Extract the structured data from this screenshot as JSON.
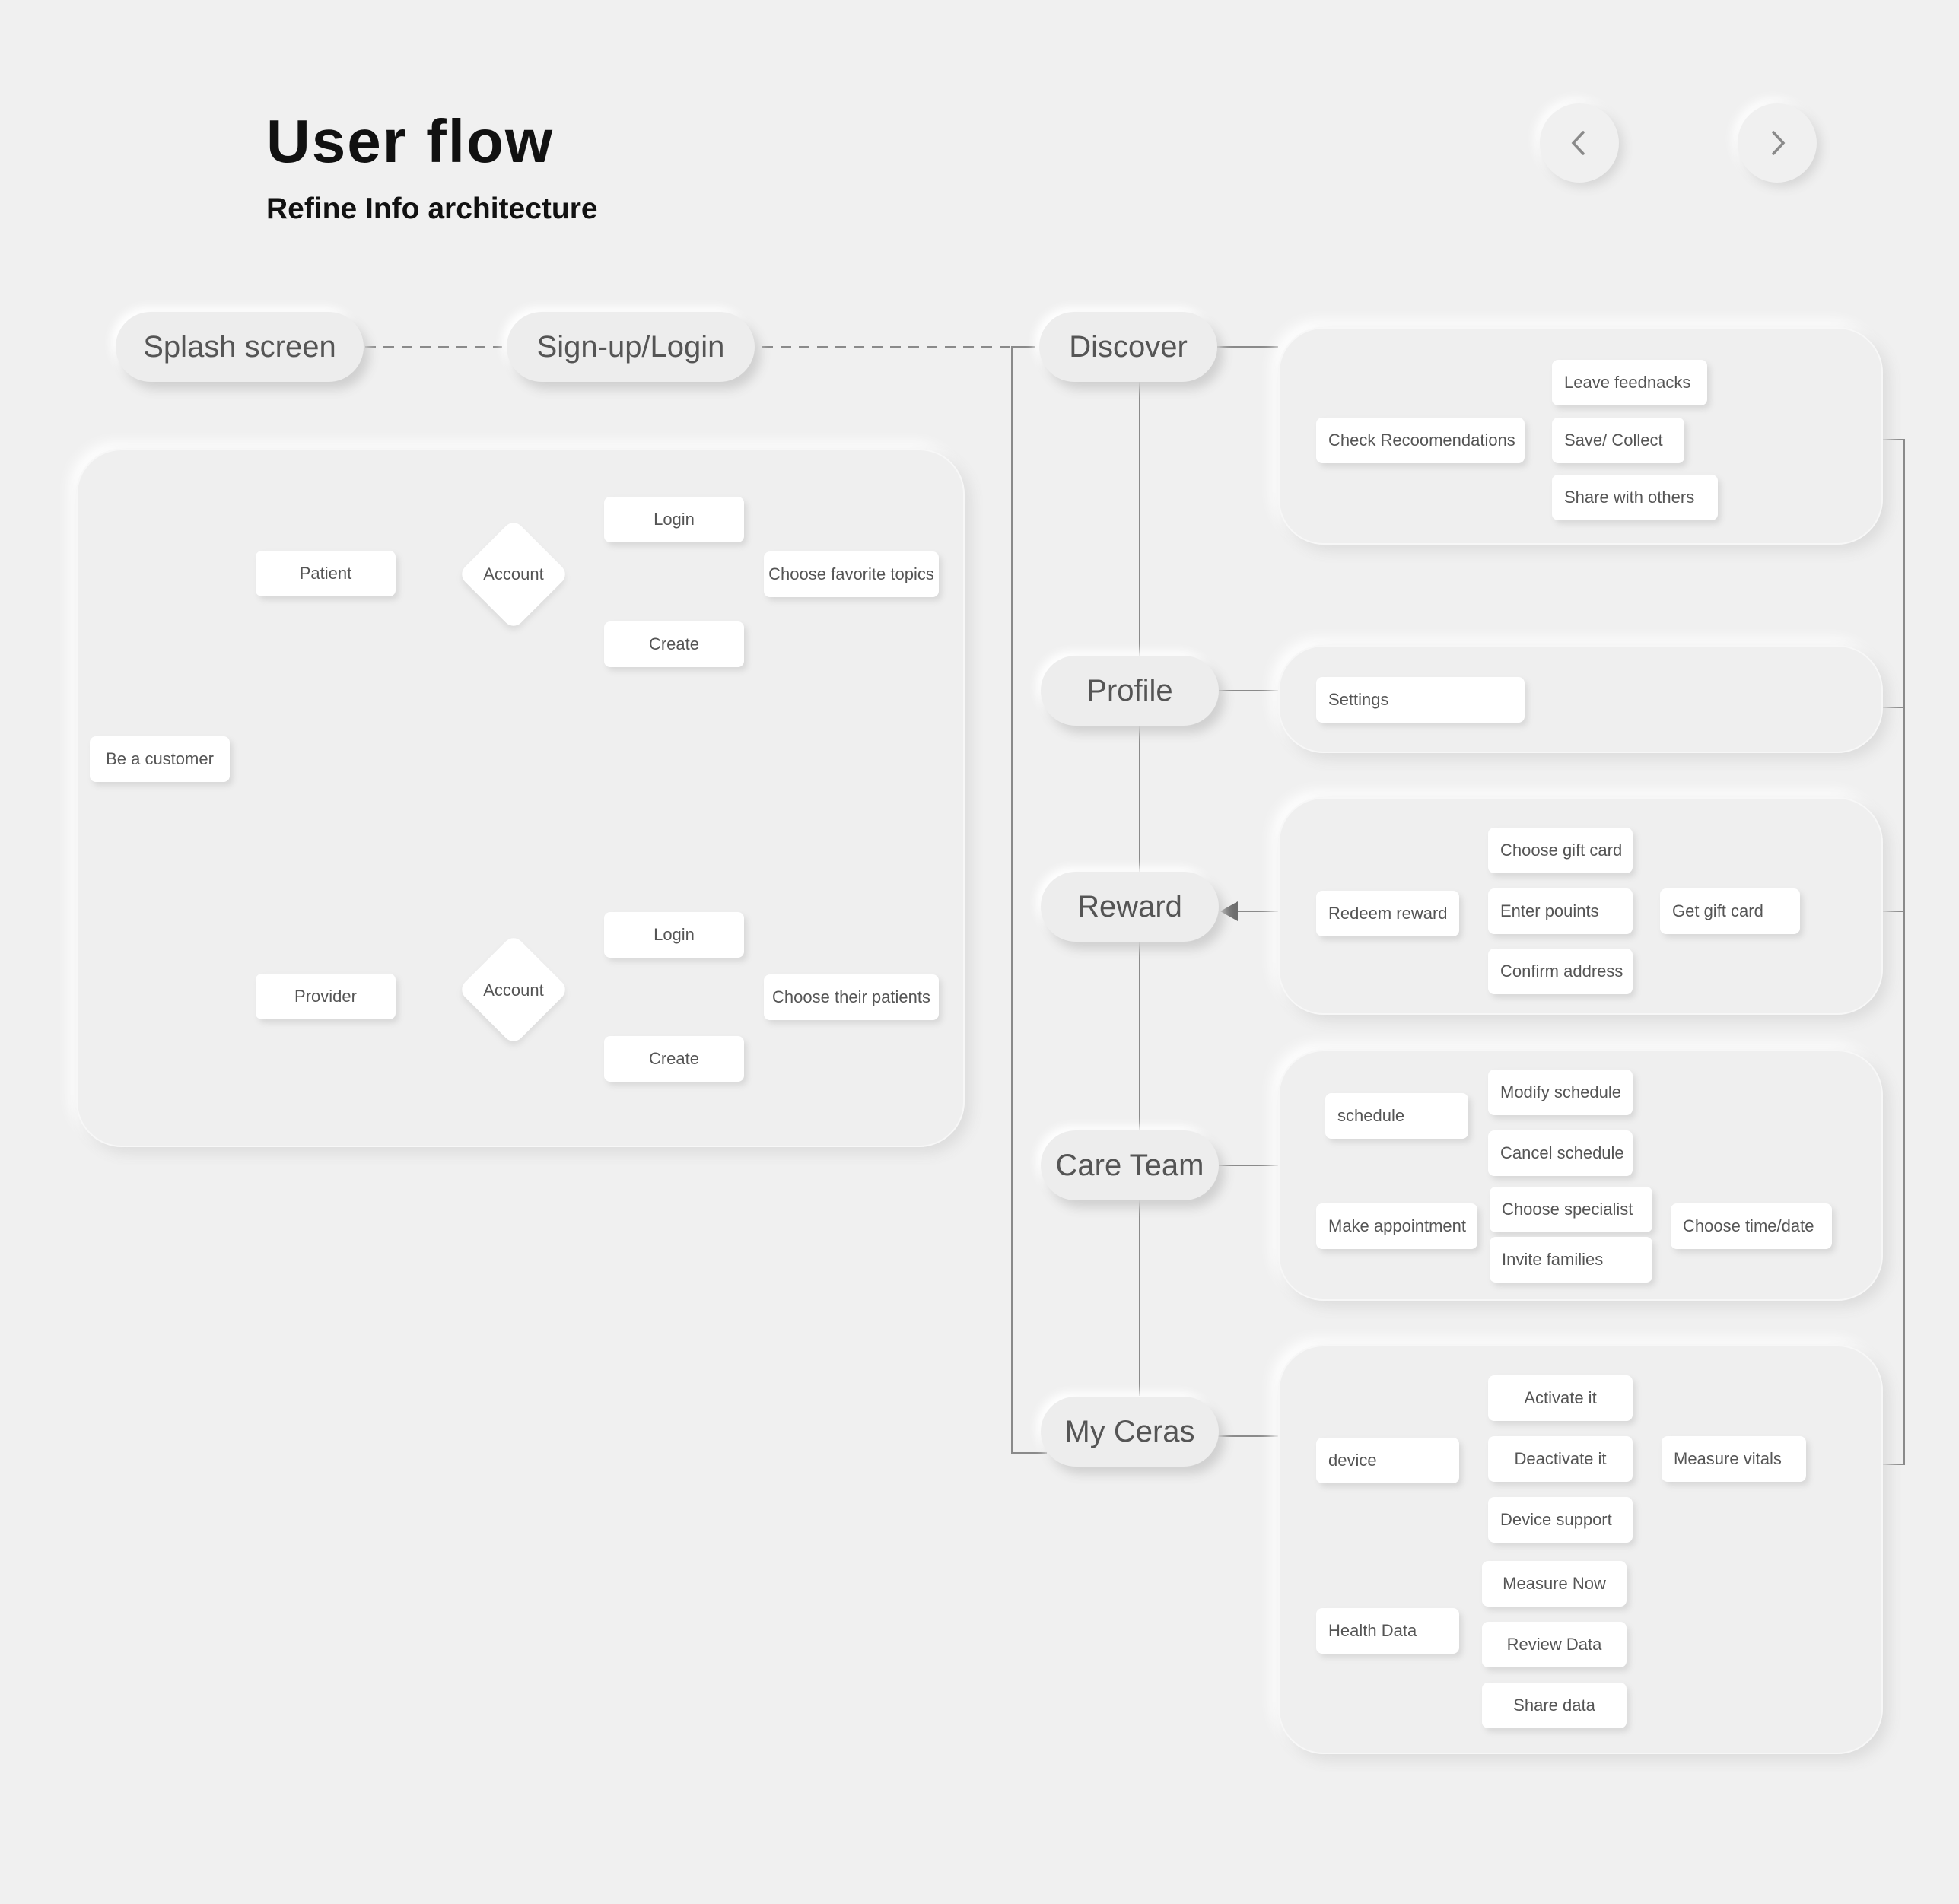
{
  "header": {
    "title": "User flow",
    "subtitle": "Refine Info architecture",
    "prev_icon": "chevron-left-icon",
    "next_icon": "chevron-right-icon"
  },
  "stages": {
    "splash": "Splash screen",
    "signup": "Sign-up/Login",
    "discover": "Discover",
    "profile": "Profile",
    "reward": "Reward",
    "care_team": "Care Team",
    "my_ceras": "My Ceras"
  },
  "onboarding": {
    "be_customer": "Be a customer",
    "patient": "Patient",
    "provider": "Provider",
    "account": "Account",
    "login": "Login",
    "create": "Create",
    "choose_favorite_topics": "Choose favorite topics",
    "choose_their_patients": "Choose their patients"
  },
  "discover": {
    "check_recommendations": "Check Recoomendations",
    "leave_feedback": "Leave feednacks",
    "save_collect": "Save/ Collect",
    "share": "Share with others"
  },
  "profile": {
    "settings": "Settings"
  },
  "reward": {
    "redeem": "Redeem reward",
    "choose_gift_card": "Choose gift card",
    "enter_points": "Enter pouints",
    "confirm_address": "Confirm address",
    "get_gift_card": "Get gift card"
  },
  "care_team": {
    "schedule": "schedule",
    "modify_schedule": "Modify schedule",
    "cancel_schedule": "Cancel schedule",
    "make_appointment": "Make appointment",
    "choose_specialist": "Choose specialist",
    "invite_families": "Invite families",
    "choose_time_date": "Choose time/date"
  },
  "my_ceras": {
    "device": "device",
    "activate": "Activate it",
    "deactivate": "Deactivate it",
    "device_support": "Device support",
    "measure_vitals": "Measure vitals",
    "health_data": "Health Data",
    "measure_now": "Measure Now",
    "review_data": "Review Data",
    "share_data": "Share data"
  },
  "colors": {
    "background": "#f0f0f0",
    "line": "#7a7a7a",
    "text": "#555555",
    "heading": "#111111"
  }
}
